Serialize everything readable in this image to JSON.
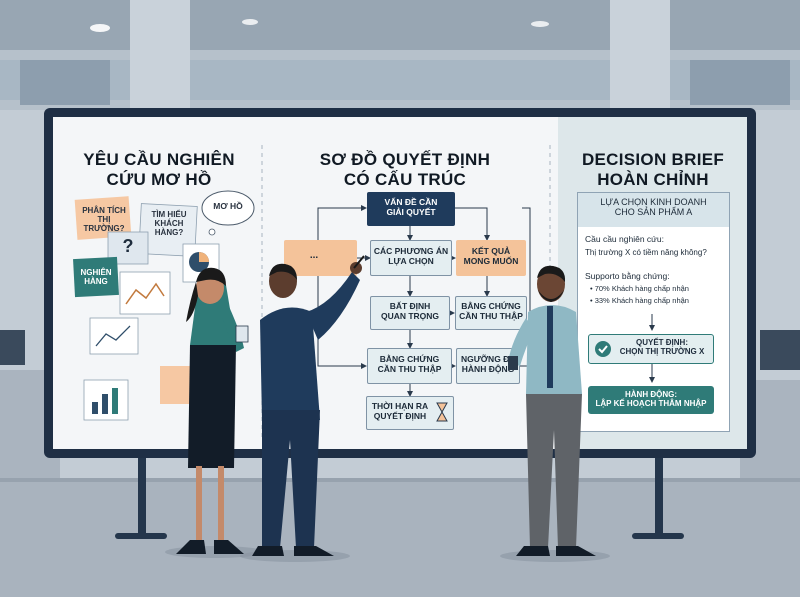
{
  "panel_left": {
    "title_line1": "YÊU CẦU NGHIÊN",
    "title_line2": "CỨU MƠ HỒ",
    "note_phantich": "PHÂN TÍCH\nTHỊ TRƯỜNG?",
    "note_timhieu": "TÌM HIỂU\nKHÁCH\nHÀNG?",
    "note_question": "?",
    "note_moho": "MƠ HỒ",
    "note_nghien": "NGHIÊN\nHÀNG"
  },
  "panel_middle": {
    "title_line1": "SƠ ĐỒ QUYẾT ĐỊNH",
    "title_line2": "CÓ CẤU TRÚC",
    "box_vande": "VẤN ĐỀ CẦN\nGIẢI QUYẾT",
    "box_ellipsis": "...",
    "box_phuongan": "CÁC PHƯƠNG ÁN\nLỰA CHỌN",
    "box_ketqua": "KẾT QUẢ\nMONG MUỐN",
    "box_batdinh": "BẤT ĐỊNH\nQUAN TRỌNG",
    "box_bangchung1": "BẰNG CHỨNG\nCẦN THU THẬP",
    "box_bangchung2": "BẰNG CHỨNG\nCẦN THU THẬP",
    "box_nguong": "NGƯỠNG ĐỂ\nHÀNH ĐỘNG",
    "box_thoihan": "THỜI HẠN RA\nQUYẾT ĐỊNH"
  },
  "panel_right": {
    "title_line1": "DECISION BRIEF",
    "title_line2": "HOÀN CHỈNH",
    "header": "LỰA CHỌN KINH DOANH\nCHO SẢN PHẨM A",
    "question_label": "Cầu cầu nghiên cứu:",
    "question_text": "Thị trường X có tiềm năng không?",
    "support_label": "Supporto bằng chứng:",
    "support_item1": "70% Khách hàng chấp nhận",
    "support_item2": "33% Khách hàng chấp nhận",
    "decision": "QUYẾT ĐỊNH:\nCHỌN THỊ TRƯỜNG X",
    "action": "HÀNH ĐỘNG:\nLẬP KẾ HOẠCH THÂM NHẬP"
  },
  "colors": {
    "board_frame": "#1f2f45",
    "board_bg": "#f4f6f8",
    "right_panel_bg": "#dde7ea",
    "box_navy": "#1f3b5c",
    "box_peach": "#f4c39a",
    "box_light": "#e4eef1",
    "box_green": "#2f7b78",
    "wall": "#c6cfd7",
    "floor": "#b4bdc7"
  }
}
